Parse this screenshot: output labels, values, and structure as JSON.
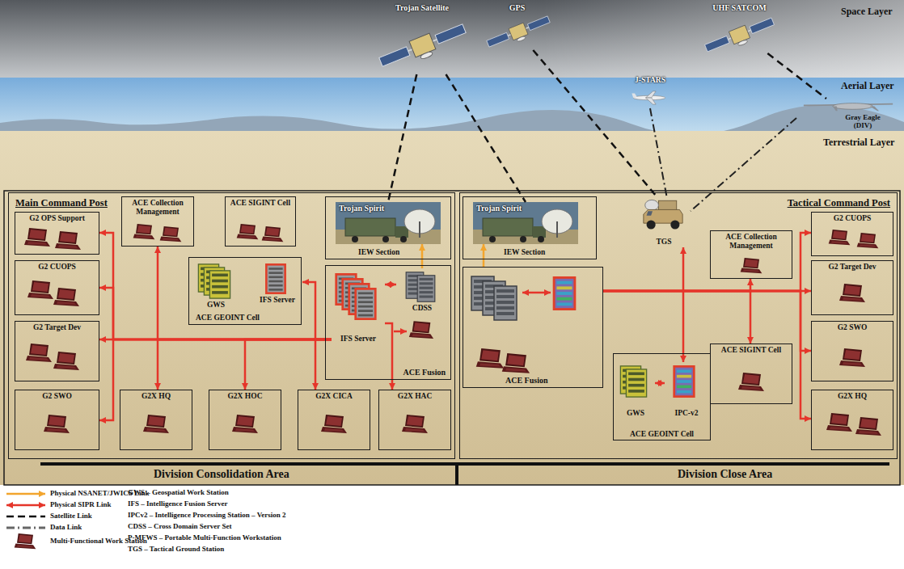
{
  "diagram": {
    "nodes": [
      {
        "text": [
          "Trojan Satellite"
        ]
      },
      {
        "text": [
          "GPS"
        ]
      },
      {
        "text": [
          "UHF SATCOM"
        ]
      },
      {
        "text": [
          "J-STARS"
        ]
      },
      {
        "text": [
          "Gray Eagle (DIV)"
        ]
      },
      {
        "text": [
          "Main Command Post"
        ]
      },
      {
        "text": [
          "G2 OPS Support"
        ],
        "in": 5
      },
      {
        "text": [
          "ACE Collection Management"
        ],
        "in": 5
      },
      {
        "text": [
          "ACE SIGINT Cell"
        ],
        "in": 5
      },
      {
        "text": [
          "IEW Section"
        ],
        "in": 5
      },
      {
        "text": [
          "Trojan Spirit"
        ],
        "in": 9
      },
      {
        "text": [
          "G2 CUOPS"
        ],
        "in": 5
      },
      {
        "text": [
          "ACE GEOINT Cell"
        ],
        "in": 5
      },
      {
        "text": [
          "GWS"
        ],
        "in": 12
      },
      {
        "text": [
          "IFS Server"
        ],
        "in": 12
      },
      {
        "text": [
          "ACE Fusion"
        ],
        "in": 5
      },
      {
        "text": [
          "IFS Server"
        ],
        "in": 15
      },
      {
        "text": [
          "CDSS"
        ],
        "in": 15
      },
      {
        "text": [
          "G2 Target Dev"
        ],
        "in": 5
      },
      {
        "text": [
          "G2 SWO"
        ],
        "in": 5
      },
      {
        "text": [
          "G2X HQ"
        ],
        "in": 5
      },
      {
        "text": [
          "G2X HOC"
        ],
        "in": 5
      },
      {
        "text": [
          "G2X CICA"
        ],
        "in": 5
      },
      {
        "text": [
          "G2X HAC"
        ],
        "in": 5
      },
      {
        "text": [
          "Tactical Command Post"
        ]
      },
      {
        "text": [
          "IEW Section"
        ],
        "in": 24
      },
      {
        "text": [
          "Trojan Spirit"
        ],
        "in": 25
      },
      {
        "text": [
          "TGS"
        ],
        "in": 24
      },
      {
        "text": [
          "ACE Collection Management"
        ],
        "in": 24
      },
      {
        "text": [
          "G2 CUOPS"
        ],
        "in": 24
      },
      {
        "text": [
          "G2 Target Dev"
        ],
        "in": 24
      },
      {
        "text": [
          "ACE Fusion"
        ],
        "in": 24
      },
      {
        "text": [
          "ACE SIGINT Cell"
        ],
        "in": 24
      },
      {
        "text": [
          "G2 SWO"
        ],
        "in": 24
      },
      {
        "text": [
          "ACE GEOINT Cell"
        ],
        "in": 24
      },
      {
        "text": [
          "GWS"
        ],
        "in": 34
      },
      {
        "text": [
          "IPC-v2"
        ],
        "in": 34
      },
      {
        "text": [
          "G2X HQ"
        ],
        "in": 24
      }
    ],
    "edges": [
      {
        "from": 0,
        "to": 10,
        "arrow": "none"
      },
      {
        "from": 0,
        "to": 26,
        "arrow": "none"
      },
      {
        "from": 1,
        "to": 27,
        "arrow": "none"
      },
      {
        "from": 2,
        "to": 4,
        "arrow": "none"
      },
      {
        "from": 3,
        "to": 27,
        "arrow": "none"
      },
      {
        "from": 4,
        "to": 27,
        "arrow": "none"
      },
      {
        "from": 17,
        "to": 10,
        "arrow": "to"
      },
      {
        "from": 16,
        "to": 17,
        "arrow": "both"
      },
      {
        "from": 16,
        "to": 6,
        "arrow": "to"
      },
      {
        "from": 16,
        "to": 11,
        "arrow": "to"
      },
      {
        "from": 16,
        "to": 18,
        "arrow": "to"
      },
      {
        "from": 16,
        "to": 19,
        "arrow": "to"
      },
      {
        "from": 16,
        "to": 7,
        "arrow": "to"
      },
      {
        "from": 16,
        "to": 20,
        "arrow": "to"
      },
      {
        "from": 16,
        "to": 21,
        "arrow": "to"
      },
      {
        "from": 16,
        "to": 22,
        "arrow": "to"
      },
      {
        "from": 16,
        "to": 23,
        "arrow": "to"
      },
      {
        "from": 16,
        "to": 14,
        "arrow": "to"
      },
      {
        "from": 31,
        "to": 26,
        "arrow": "to"
      },
      {
        "from": 31,
        "to": 29,
        "arrow": "to"
      },
      {
        "from": 31,
        "to": 30,
        "arrow": "to"
      },
      {
        "from": 31,
        "to": 33,
        "arrow": "to"
      },
      {
        "from": 31,
        "to": 37,
        "arrow": "to"
      },
      {
        "from": 31,
        "to": 28,
        "arrow": "to"
      },
      {
        "from": 31,
        "to": 32,
        "arrow": "to"
      },
      {
        "from": 27,
        "to": 36,
        "arrow": "both"
      },
      {
        "from": 35,
        "to": 36,
        "arrow": "both"
      }
    ],
    "labels": [
      "Space Layer",
      "Aerial Layer",
      "Terrestrial Layer",
      "Division Consolidation Area",
      "Division Close Area",
      "GWS – Geospatial Work Station",
      "IFS – Intelligence Fusion Server",
      "IPCv2 – Intelligence Processing Station – Version 2",
      "CDSS – Cross Domain Server Set",
      "P-MFWS – Portable Multi-Function Workstation",
      "TGS – Tactical Ground Station"
    ],
    "legend": [
      {
        "text": "Physical NSANET/JWICS Link"
      },
      {
        "text": "Physical SIPR Link"
      },
      {
        "text": "Satellite Link"
      },
      {
        "text": "Data Link"
      },
      {
        "text": "Multi-Functional Work Station"
      }
    ]
  }
}
